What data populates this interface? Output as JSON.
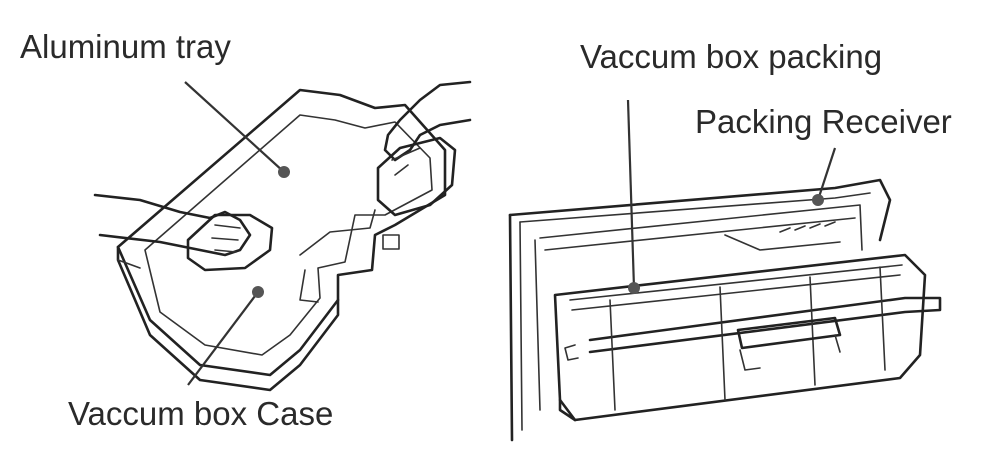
{
  "labels": {
    "aluminum_tray": "Aluminum tray",
    "vacuum_box_case": "Vaccum box Case",
    "vacuum_box_packing": "Vaccum box packing",
    "packing_receiver": "Packing Receiver"
  },
  "colors": {
    "line": "#222222",
    "cloth": "#7a7a7a",
    "text": "#2a2a2a",
    "background": "#ffffff"
  }
}
